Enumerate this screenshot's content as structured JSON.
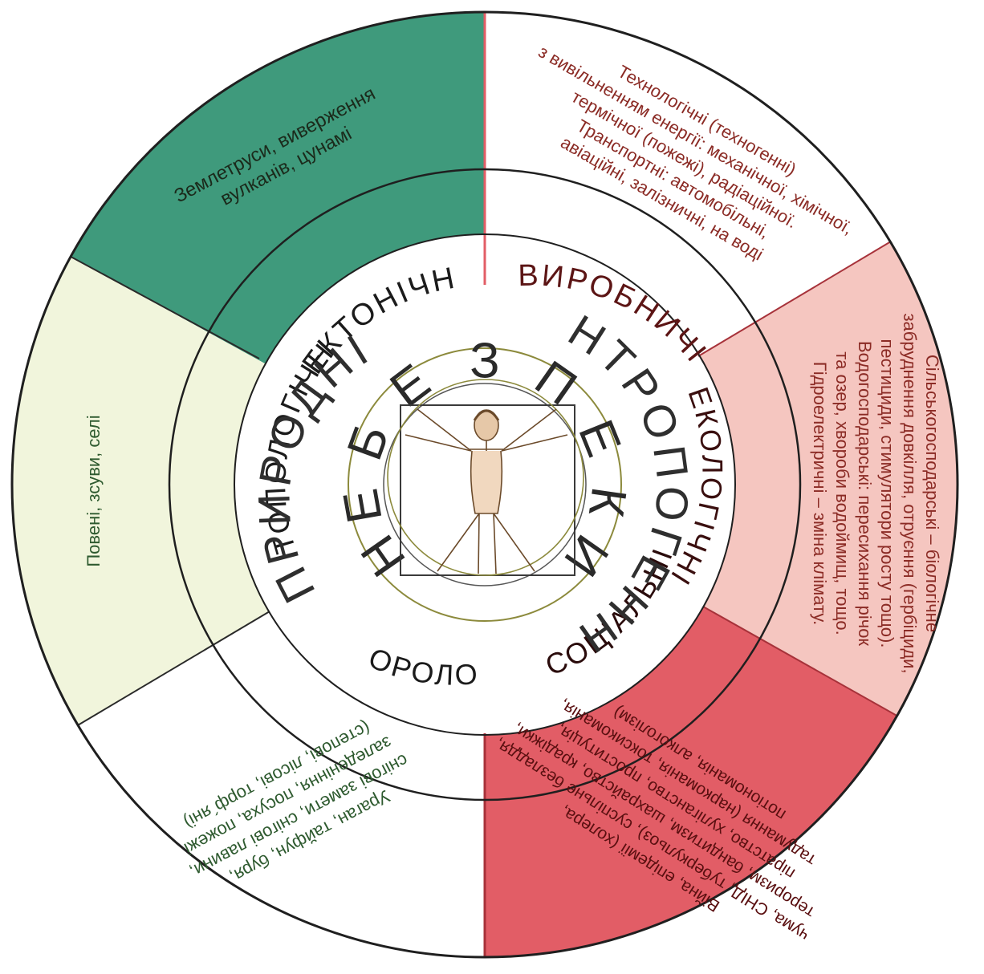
{
  "center": {
    "letters": [
      "Н",
      "Е",
      "Б",
      "Е",
      "З",
      "П",
      "Е",
      "К",
      "И"
    ],
    "figure_icon": "vitruvian-man-icon"
  },
  "groups": {
    "natural": {
      "label": "ПРИРОДНІ"
    },
    "anthropogenic": {
      "label": "АНТРОПОГЕННІ"
    }
  },
  "sectors": {
    "tectonic": {
      "label": "ТЕКТОНІЧНІ",
      "lines": [
        "Землетруси, виверження",
        "вулканів, цунамі"
      ]
    },
    "topological": {
      "label": "ТОПОЛОГІЧНІ",
      "lines": [
        "Повені, зсуви, селі"
      ]
    },
    "meteorological": {
      "label": "МЕТЕОРОЛОГІЧНІ",
      "lines": [
        "Ураган, тайфун, буря,",
        "снігові замети, снігові лавини,",
        "заледеніння, посуха, пожежі",
        "(степові, лісові, торф´яні)"
      ]
    },
    "industrial": {
      "label": "ВИРОБНИЧІ",
      "lines": [
        "Технологічні (техногенні)",
        "з вивільненням енергії: механічної, хімічної,",
        "термічної (пожежі), радіаційної.",
        "Транспортні: автомобільні,",
        "авіаційні, залізничні, на воді"
      ]
    },
    "ecological": {
      "label": "ЕКОЛОГІЧНІ",
      "lines": [
        "Сільськогосподарські – біологічне",
        "забруднення довкілля, отруєння (гербіциди,",
        "пестициди, стимулятори росту тощо).",
        "Водогосподарські: пересихання річок",
        "та озер, хвороби водоймищ, тощо.",
        "Гідроелектричні – зміна клімату."
      ]
    },
    "social": {
      "label": "СОЦІАЛЬНІ",
      "lines": [
        "Війна, епідемії (холера,",
        "чума, СНІД, туберкульоз), суспільне безладдя,",
        "тероризм, бандитизм, шахрайство, крадіжки,",
        "піратство, хуліганство, проституція,",
        "тадумання (наркоманія, токсикоманія,",
        "потіономанія, алкоголізм)"
      ]
    }
  },
  "colors": {
    "green_dark": "#3f9a7c",
    "green_pale": "#f1f5dc",
    "red_strong": "#e25d66",
    "red_pink": "#f2b2ae",
    "red_line": "#a7323a",
    "ring_line": "#2a2a2a",
    "olive_circle": "#8c8a3c",
    "text_green": "#2e5a2f",
    "text_red": "#8b2b25"
  }
}
